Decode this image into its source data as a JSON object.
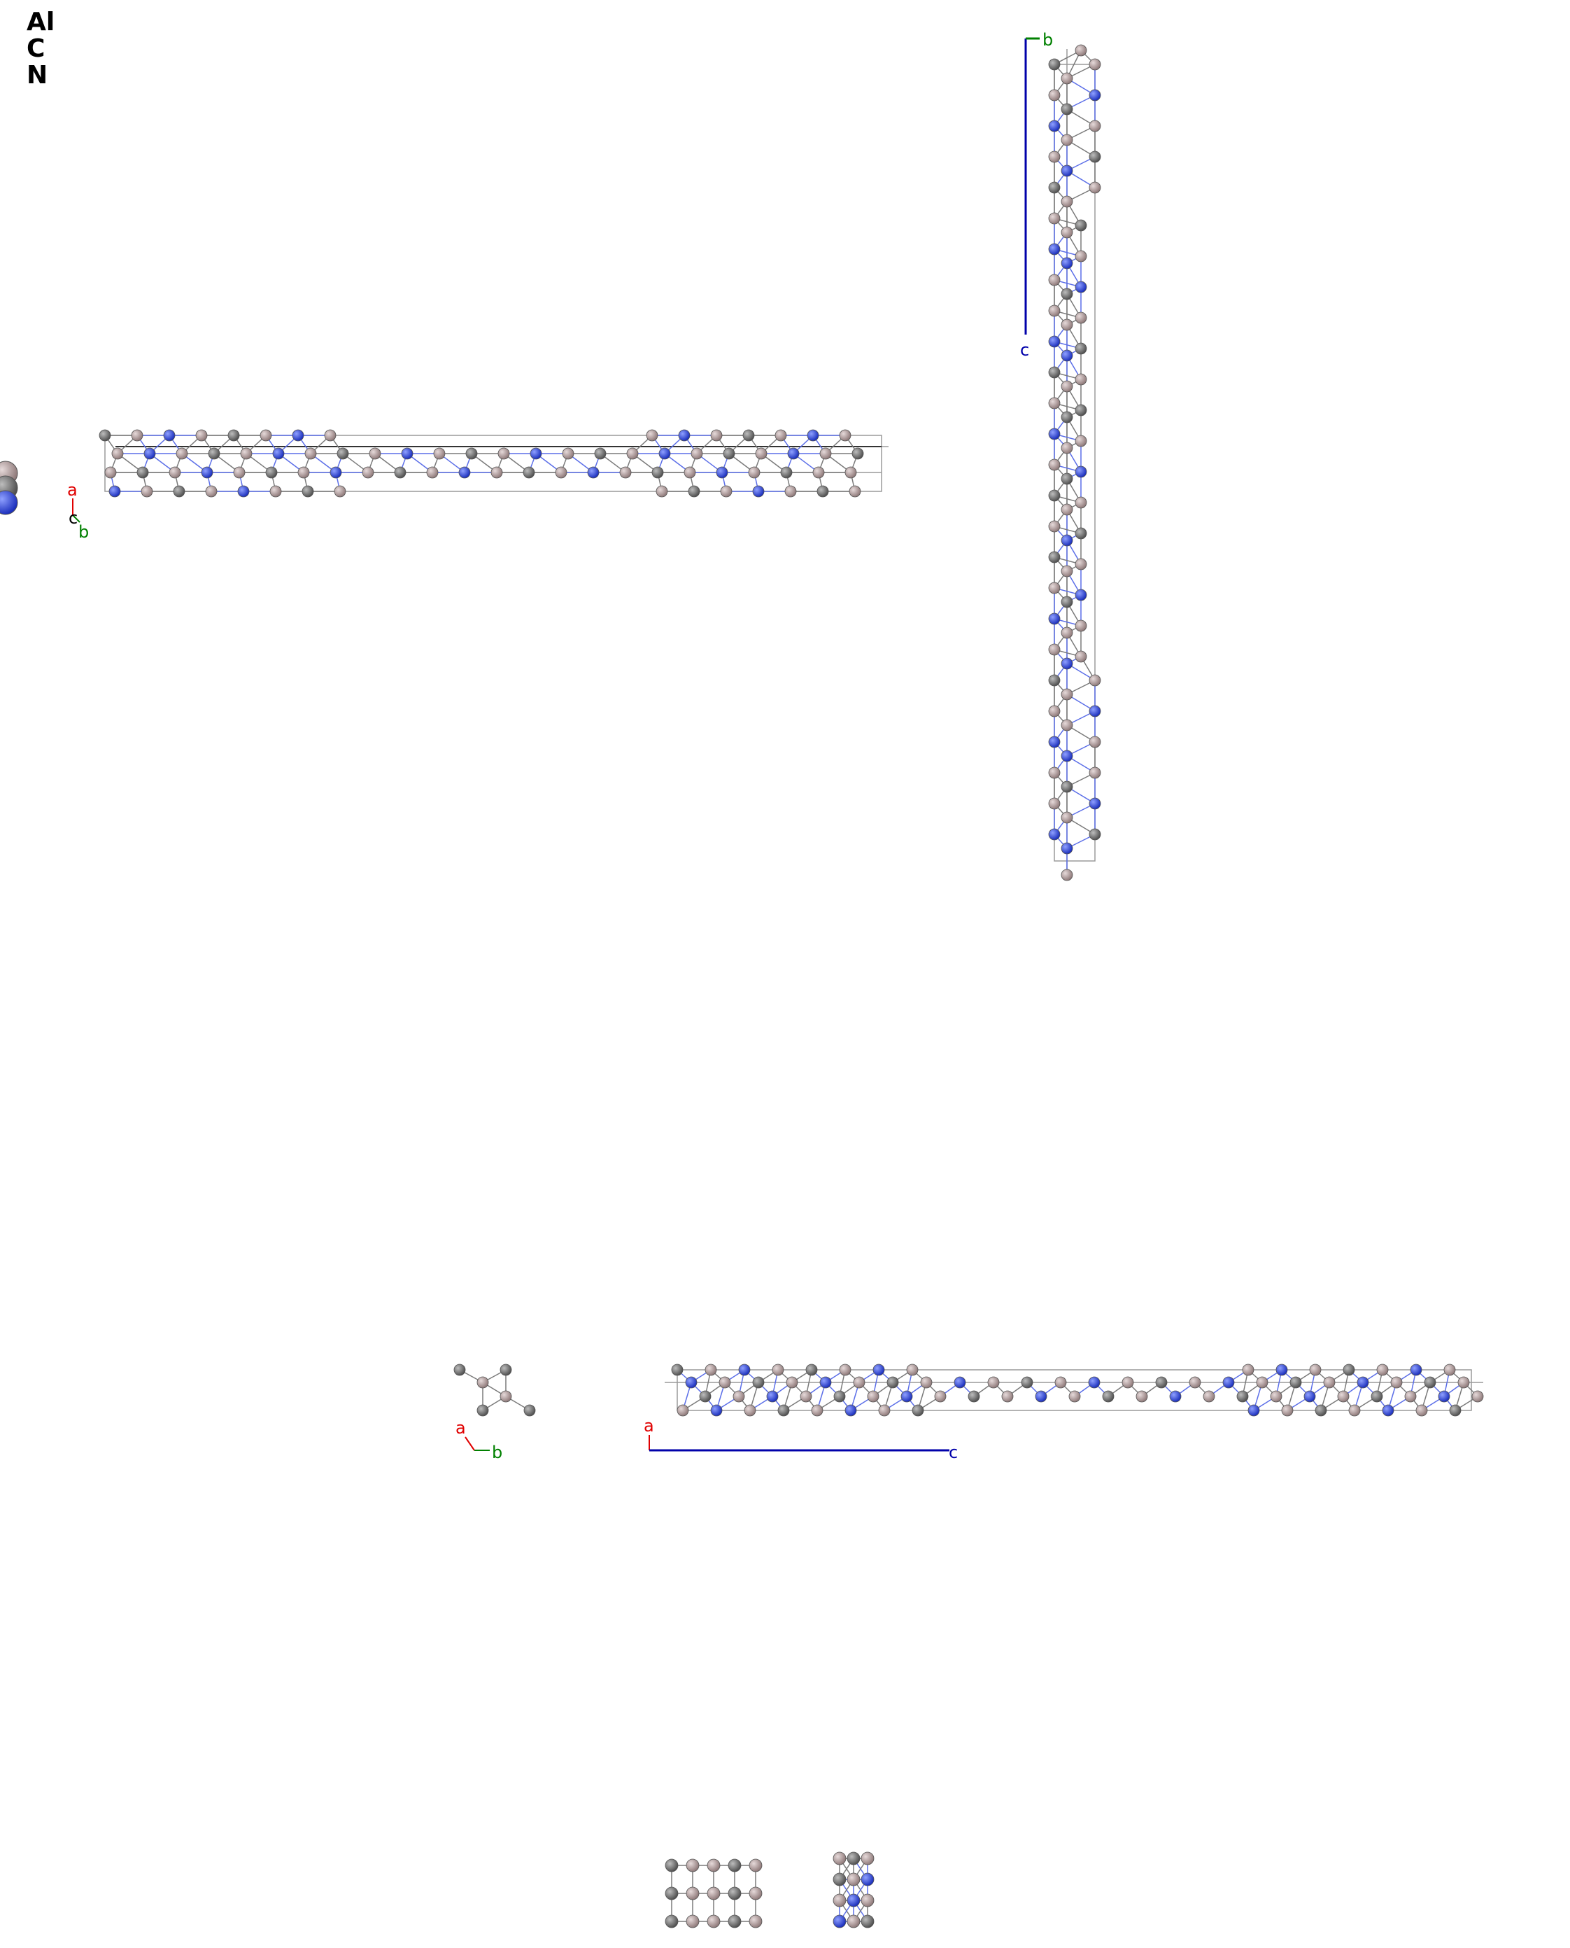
{
  "legend": {
    "elements": [
      {
        "symbol": "Al",
        "color": "#a89494"
      },
      {
        "symbol": "C",
        "color": "#6e6e6e"
      },
      {
        "symbol": "N",
        "color": "#2a3fe0"
      }
    ]
  },
  "colors": {
    "Al": "#a89494",
    "C": "#6e6e6e",
    "N": "#2a3fe0",
    "bond": "#7a7a7a",
    "cell": "#9a9a9a",
    "axis_a": "#e00000",
    "axis_b": "#008000",
    "axis_c": "#0000aa"
  },
  "views": {
    "top_horizontal": {
      "axes": [
        "a",
        "b",
        "c"
      ]
    },
    "right_vertical": {
      "axes": [
        "b",
        "c"
      ]
    },
    "bottom_small": {
      "axes": [
        "a",
        "b"
      ]
    },
    "bottom_long": {
      "axes": [
        "a",
        "c"
      ]
    }
  }
}
